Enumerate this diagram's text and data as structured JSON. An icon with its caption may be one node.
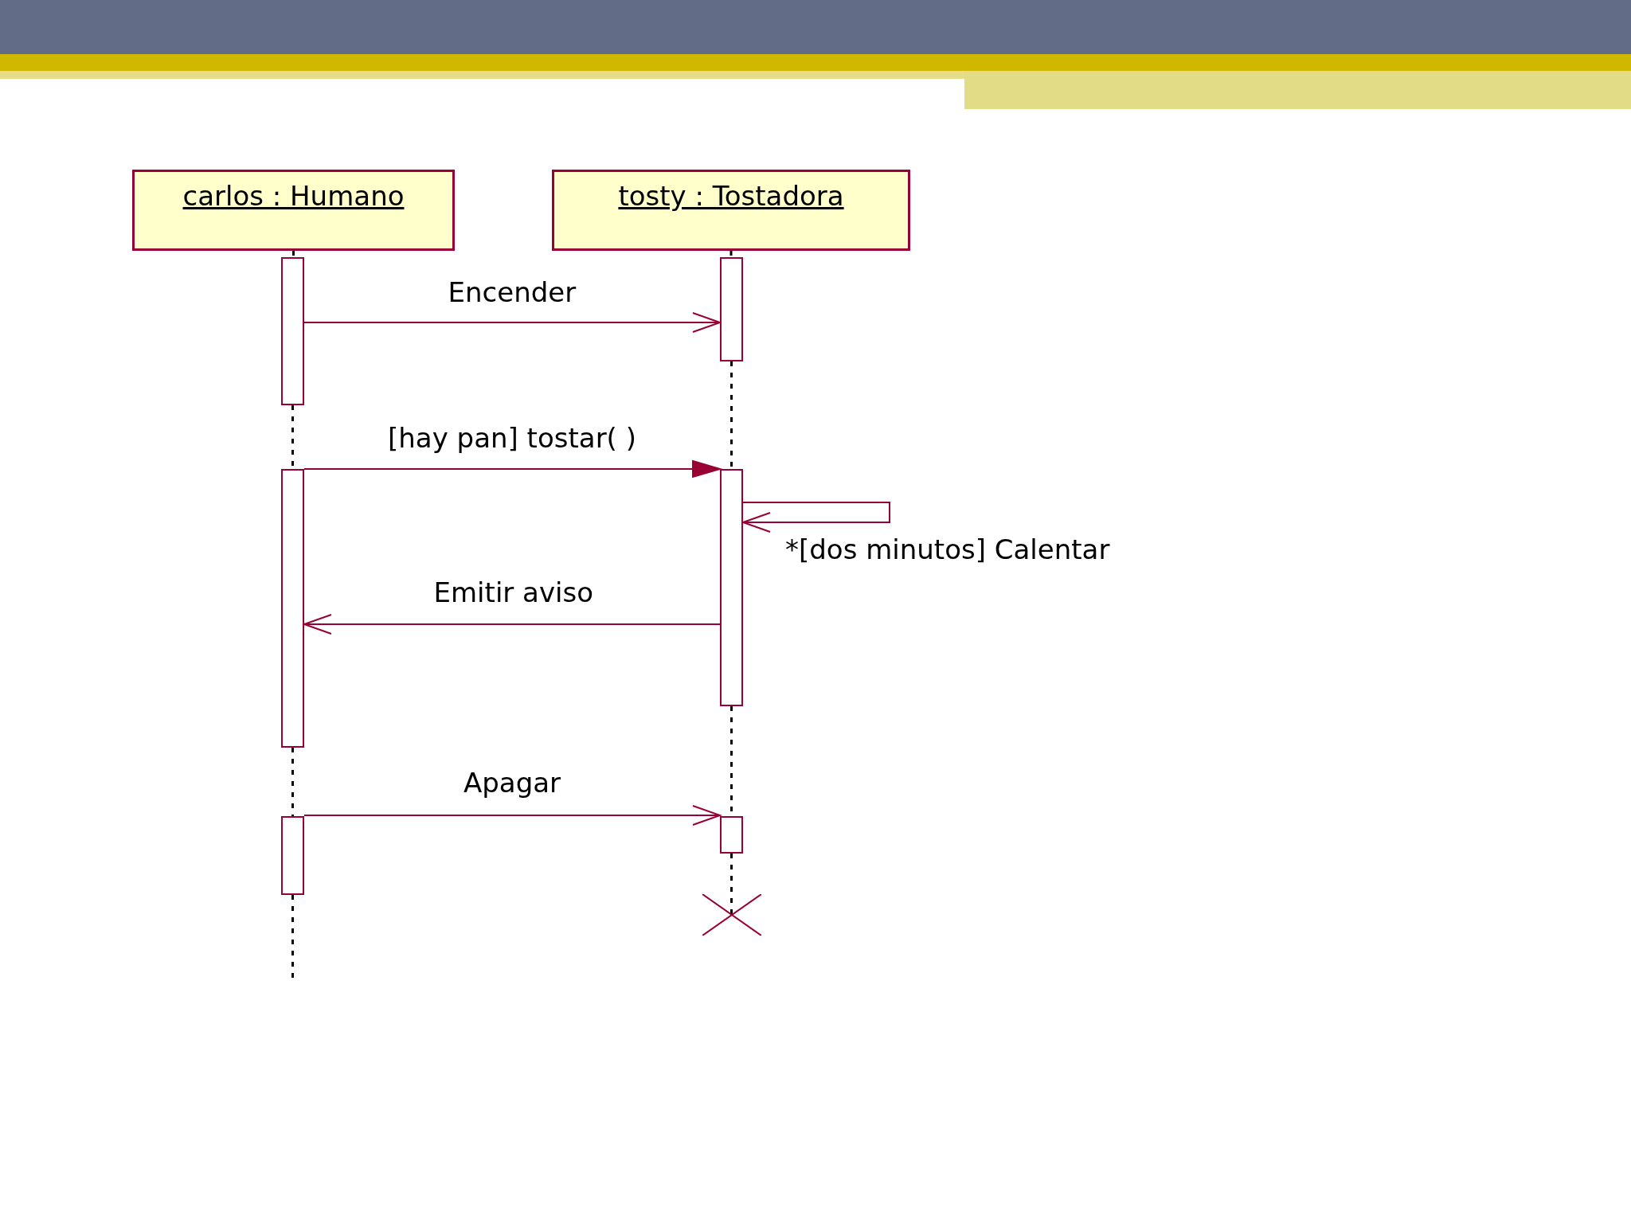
{
  "diagram": {
    "nodes": [
      {
        "text": [
          "carlos : Humano"
        ]
      },
      {
        "text": [
          "tosty : Tostadora"
        ]
      },
      {
        "text": [],
        "shape": "bar"
      },
      {
        "text": [],
        "shape": "bar"
      },
      {
        "text": [],
        "shape": "bar"
      },
      {
        "text": [],
        "shape": "bar"
      },
      {
        "text": [],
        "shape": "bar"
      },
      {
        "text": [],
        "shape": "bar"
      },
      {
        "text": [],
        "shape": "cross"
      }
    ],
    "edges": [
      {
        "from": 2,
        "to": 5,
        "arrow": "to",
        "label": "Encender",
        "color": "#990033"
      },
      {
        "from": 3,
        "to": 6,
        "arrow": "to",
        "label": "[hay pan] tostar( )",
        "color": "#990033"
      },
      {
        "from": 6,
        "to": 6,
        "arrow": "to",
        "label": "*[dos minutos] Calentar",
        "color": "#990033"
      },
      {
        "from": 6,
        "to": 3,
        "arrow": "to",
        "label": "Emitir aviso",
        "color": "#990033"
      },
      {
        "from": 4,
        "to": 7,
        "arrow": "to",
        "label": "Apagar",
        "color": "#990033"
      },
      {
        "from": 0,
        "to": 2,
        "arrow": "none",
        "style": "dashed"
      },
      {
        "from": 2,
        "to": 3,
        "arrow": "none",
        "style": "dashed"
      },
      {
        "from": 3,
        "to": 4,
        "arrow": "none",
        "style": "dashed"
      },
      {
        "from": 1,
        "to": 5,
        "arrow": "none",
        "style": "dashed"
      },
      {
        "from": 5,
        "to": 6,
        "arrow": "none",
        "style": "dashed"
      },
      {
        "from": 6,
        "to": 7,
        "arrow": "none",
        "style": "dashed"
      },
      {
        "from": 7,
        "to": 8,
        "arrow": "none",
        "style": "dashed"
      },
      {
        "from": 4,
        "to": null,
        "arrow": "none",
        "style": "dashed"
      }
    ]
  }
}
